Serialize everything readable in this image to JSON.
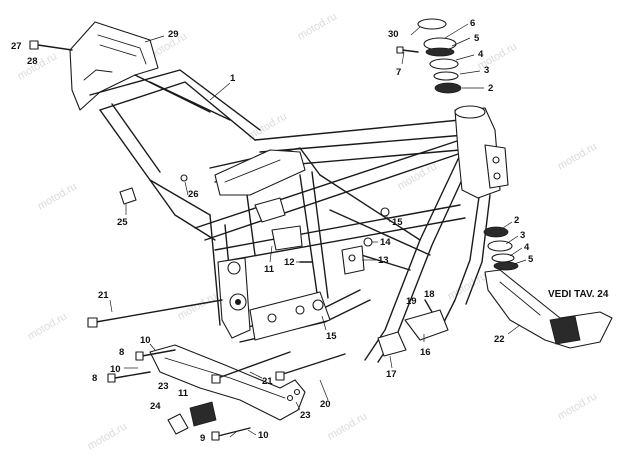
{
  "reference_note": "VEDI TAV. 24",
  "watermark": "motod.ru",
  "callouts": [
    {
      "id": "c30",
      "text": "30"
    },
    {
      "id": "c6",
      "text": "6"
    },
    {
      "id": "c5a",
      "text": "5"
    },
    {
      "id": "c4a",
      "text": "4"
    },
    {
      "id": "c3a",
      "text": "3"
    },
    {
      "id": "c2a",
      "text": "2"
    },
    {
      "id": "c7",
      "text": "7"
    },
    {
      "id": "c27",
      "text": "27"
    },
    {
      "id": "c28",
      "text": "28"
    },
    {
      "id": "c29",
      "text": "29"
    },
    {
      "id": "c1",
      "text": "1"
    },
    {
      "id": "c26",
      "text": "26"
    },
    {
      "id": "c25",
      "text": "25"
    },
    {
      "id": "c15a",
      "text": "15"
    },
    {
      "id": "c14",
      "text": "14"
    },
    {
      "id": "c13",
      "text": "13"
    },
    {
      "id": "c11a",
      "text": "11"
    },
    {
      "id": "c12",
      "text": "12"
    },
    {
      "id": "c2b",
      "text": "2"
    },
    {
      "id": "c3b",
      "text": "3"
    },
    {
      "id": "c4b",
      "text": "4"
    },
    {
      "id": "c5b",
      "text": "5"
    },
    {
      "id": "c21a",
      "text": "21"
    },
    {
      "id": "c19",
      "text": "19"
    },
    {
      "id": "c18",
      "text": "18"
    },
    {
      "id": "c15b",
      "text": "15"
    },
    {
      "id": "c16",
      "text": "16"
    },
    {
      "id": "c22",
      "text": "22"
    },
    {
      "id": "c10a",
      "text": "10"
    },
    {
      "id": "c8a",
      "text": "8"
    },
    {
      "id": "c10b",
      "text": "10"
    },
    {
      "id": "c8b",
      "text": "8"
    },
    {
      "id": "c17",
      "text": "17"
    },
    {
      "id": "c21b",
      "text": "21"
    },
    {
      "id": "c23a",
      "text": "23"
    },
    {
      "id": "c11b",
      "text": "11"
    },
    {
      "id": "c24",
      "text": "24"
    },
    {
      "id": "c20",
      "text": "20"
    },
    {
      "id": "c23b",
      "text": "23"
    },
    {
      "id": "c9",
      "text": "9"
    },
    {
      "id": "c10c",
      "text": "10"
    }
  ]
}
